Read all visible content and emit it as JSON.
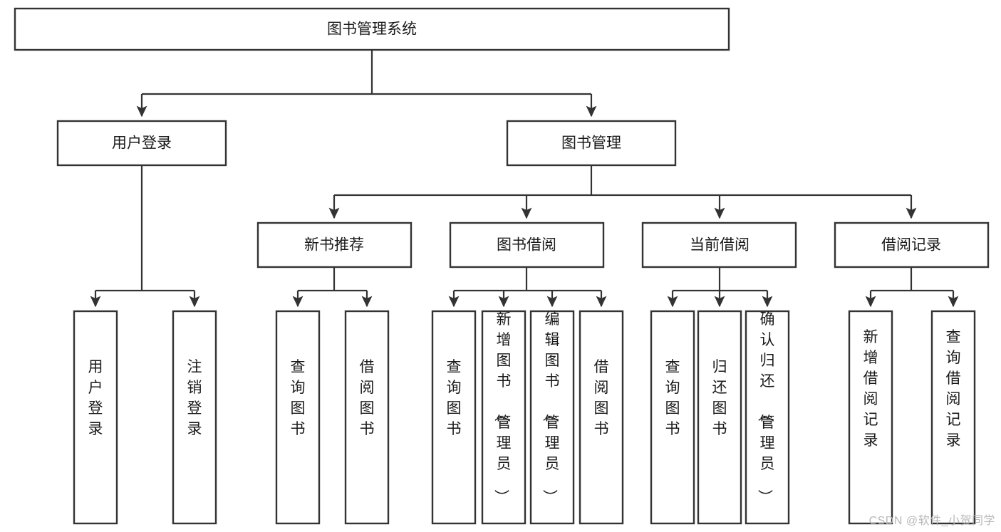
{
  "diagram": {
    "type": "tree-hierarchy-diagram",
    "title": "图书管理系统",
    "orientation": "top-down",
    "colors": {
      "box_stroke": "#333333",
      "box_fill": "#ffffff",
      "edge": "#333333",
      "text": "#1a1a1a",
      "watermark": "#b8b8b8",
      "background": "#ffffff"
    },
    "levels": {
      "root": {
        "label": "图书管理系统"
      },
      "level2": [
        {
          "label": "用户登录"
        },
        {
          "label": "图书管理"
        }
      ],
      "level3": [
        {
          "label": "新书推荐"
        },
        {
          "label": "图书借阅"
        },
        {
          "label": "当前借阅"
        },
        {
          "label": "借阅记录"
        }
      ],
      "leaves": {
        "user_login": [
          {
            "label": "用户登录"
          },
          {
            "label": "注销登录"
          }
        ],
        "new_book_recommend": [
          {
            "label": "查询图书"
          },
          {
            "label": "借阅图书"
          }
        ],
        "book_borrow": [
          {
            "label": "查询图书"
          },
          {
            "label": "新增图书（管理员）"
          },
          {
            "label": "编辑图书（管理员）"
          },
          {
            "label": "借阅图书"
          }
        ],
        "current_borrow": [
          {
            "label": "查询图书"
          },
          {
            "label": "归还图书"
          },
          {
            "label": "确认归还（管理员）"
          }
        ],
        "borrow_record": [
          {
            "label": "新增借阅记录"
          },
          {
            "label": "查询借阅记录"
          }
        ]
      }
    },
    "watermark": "CSDN @软件_小贺同学"
  }
}
